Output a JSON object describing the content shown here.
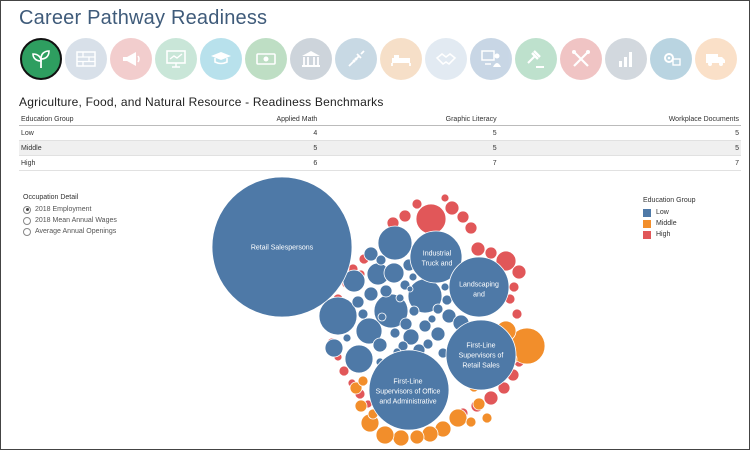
{
  "page": {
    "title": "Career Pathway Readiness"
  },
  "pathway_icons": [
    {
      "name": "leaf-icon",
      "color": "#2e9e60",
      "active": true
    },
    {
      "name": "bricks-icon",
      "color": "#8aa4bf",
      "active": false
    },
    {
      "name": "megaphone-icon",
      "color": "#d96a6a",
      "active": false
    },
    {
      "name": "presentation-board-icon",
      "color": "#5fb58c",
      "active": false
    },
    {
      "name": "graduation-cap-icon",
      "color": "#2aa6c8",
      "active": false
    },
    {
      "name": "money-icon",
      "color": "#3c9d50",
      "active": false
    },
    {
      "name": "government-building-icon",
      "color": "#6a7f94",
      "active": false
    },
    {
      "name": "syringe-icon",
      "color": "#5c8fb0",
      "active": false
    },
    {
      "name": "bed-icon",
      "color": "#e5a05a",
      "active": false
    },
    {
      "name": "handshake-icon",
      "color": "#a9c2d8",
      "active": false
    },
    {
      "name": "computer-user-icon",
      "color": "#5a86b2",
      "active": false
    },
    {
      "name": "gavel-icon",
      "color": "#3ea56b",
      "active": false
    },
    {
      "name": "tools-icon",
      "color": "#d45050",
      "active": false
    },
    {
      "name": "bar-chart-icon",
      "color": "#7a8a9c",
      "active": false
    },
    {
      "name": "gear-screen-icon",
      "color": "#2f7fa6",
      "active": false
    },
    {
      "name": "delivery-truck-icon",
      "color": "#f2a35a",
      "active": false
    }
  ],
  "benchmarks": {
    "title": "Agriculture, Food, and Natural Resource - Readiness Benchmarks",
    "columns": [
      "Education Group",
      "Applied Math",
      "Graphic Literacy",
      "Workplace Documents"
    ],
    "rows": [
      [
        "Low",
        "4",
        "5",
        "5"
      ],
      [
        "Middle",
        "5",
        "5",
        "5"
      ],
      [
        "High",
        "6",
        "7",
        "7"
      ]
    ]
  },
  "occupation_detail": {
    "label": "Occupation Detail",
    "options": [
      "2018 Employment",
      "2018 Mean Annual Wages",
      "Average Annual Openings"
    ],
    "selected": 0
  },
  "legend": {
    "title": "Education Group",
    "items": [
      {
        "label": "Low",
        "color": "#4e79a7"
      },
      {
        "label": "Middle",
        "color": "#f28e2b"
      },
      {
        "label": "High",
        "color": "#e15759"
      }
    ]
  },
  "bubble_labels": [
    "Retail Salespersons",
    "Industrial Truck and",
    "Landscaping and",
    "First-Line Supervisors of Retail Sales",
    "First-Line Supervisors of Office and Administrative"
  ]
}
